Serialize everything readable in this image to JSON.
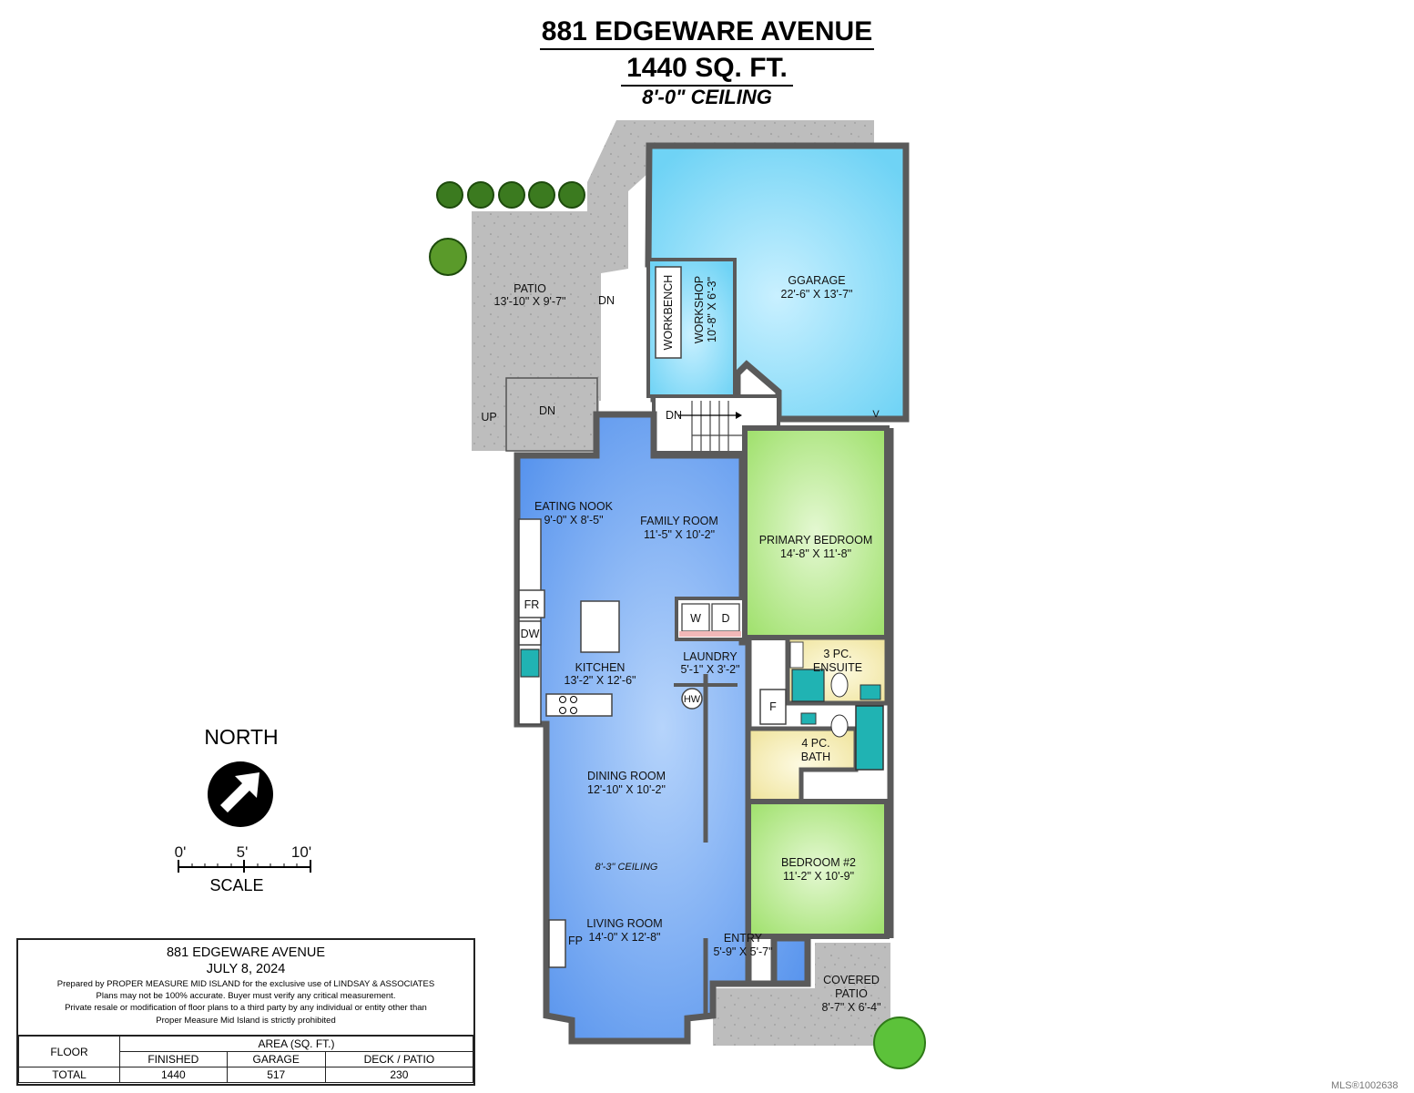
{
  "header": {
    "address": "881 EDGEWARE AVENUE",
    "area": "1440 SQ. FT.",
    "ceiling": "8'-0\" CEILING"
  },
  "rooms": {
    "patio": {
      "name": "PATIO",
      "dims": "13'-10\" X 9'-7\""
    },
    "garage": {
      "name": "GGARAGE",
      "dims": "22'-6\" X 13'-7\""
    },
    "workshop": {
      "name": "WORKSHOP",
      "dims": "10'-8\" X 6'-3\""
    },
    "workbench": "WORKBENCH",
    "eating_nook": {
      "name": "EATING NOOK",
      "dims": "9'-0\" X 8'-5\""
    },
    "family_room": {
      "name": "FAMILY ROOM",
      "dims": "11'-5\" X 10'-2\""
    },
    "primary_bedroom": {
      "name": "PRIMARY BEDROOM",
      "dims": "14'-8\" X 11'-8\""
    },
    "kitchen": {
      "name": "KITCHEN",
      "dims": "13'-2\" X 12'-6\""
    },
    "laundry": {
      "name": "LAUNDRY",
      "dims": "5'-1\" X 3'-2\""
    },
    "ensuite": {
      "name1": "3 PC.",
      "name2": "ENSUITE"
    },
    "bath": {
      "name1": "4 PC.",
      "name2": "BATH"
    },
    "dining_room": {
      "name": "DINING ROOM",
      "dims": "12'-10\" X 10'-2\""
    },
    "dining_ceiling": "8'-3\" CEILING",
    "bedroom2": {
      "name": "BEDROOM #2",
      "dims": "11'-2\" X 10'-9\""
    },
    "living_room": {
      "name": "LIVING ROOM",
      "dims": "14'-0\" X 12'-8\""
    },
    "entry": {
      "name": "ENTRY",
      "dims": "5'-9\" X 5'-7\""
    },
    "covered_patio": {
      "name1": "COVERED",
      "name2": "PATIO",
      "dims": "8'-7\" X 6'-4\""
    }
  },
  "fixtures": {
    "washer": "W",
    "dryer": "D",
    "fridge": "FR",
    "dishwasher": "DW",
    "fireplace": "FP",
    "hot_water": "HW",
    "freezer": "F",
    "vent": "V",
    "dn": "DN",
    "up": "UP"
  },
  "compass": {
    "label": "NORTH"
  },
  "scale": {
    "t0": "0'",
    "t5": "5'",
    "t10": "10'",
    "label": "SCALE"
  },
  "infobox": {
    "address": "881 EDGEWARE AVENUE",
    "date": "JULY 8, 2024",
    "line1": "Prepared by PROPER MEASURE MID ISLAND for the exclusive use of LINDSAY & ASSOCIATES",
    "line2": "Plans may not be 100% accurate.  Buyer must verify any critical measurement.",
    "line3": "Private resale  or modification of floor plans to a third party by any individual or entity other than",
    "line4": "Proper Measure Mid Island is strictly prohibited",
    "table": {
      "floor_header": "FLOOR",
      "area_header": "AREA (SQ. FT.)",
      "cols": [
        "FINISHED",
        "GARAGE",
        "DECK / PATIO"
      ],
      "row_label": "TOTAL",
      "values": [
        "1440",
        "517",
        "230"
      ]
    }
  },
  "watermark": "MLS®1002638",
  "colors": {
    "garage": "#8fdcf5",
    "living": "#5b9bef",
    "bedroom": "#a9e67a",
    "bath": "#f8f0b0",
    "patio": "#bfbfbf",
    "wall": "#5a5a5a"
  }
}
